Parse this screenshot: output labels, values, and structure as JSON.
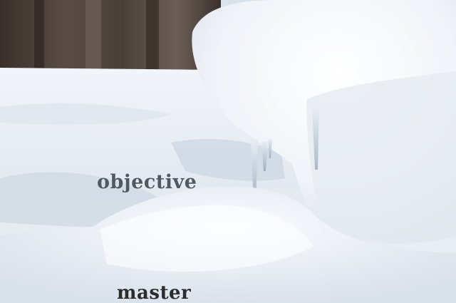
{
  "image": {
    "subject": "snow mound with icicles",
    "captions": {
      "top": "objective",
      "bottom": "master"
    },
    "colors": {
      "top_caption": "#4f5a64",
      "bottom_caption": "#2c2c2c",
      "snow_highlight": "#f7f9fc",
      "snow_shadow": "#c4cfdc",
      "tree_dark": "#3a2f2a"
    }
  }
}
